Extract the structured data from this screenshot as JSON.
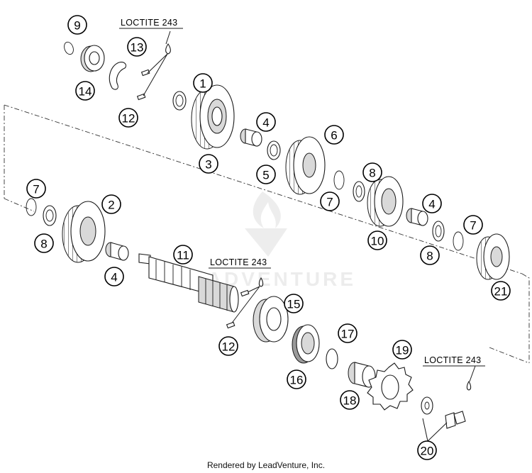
{
  "callouts": [
    "9",
    "13",
    "14",
    "12",
    "1",
    "3",
    "4",
    "5",
    "6",
    "8",
    "7",
    "2",
    "8",
    "4",
    "11",
    "10",
    "4",
    "7",
    "8",
    "21",
    "15",
    "12",
    "17",
    "16",
    "19",
    "18",
    "20",
    "7"
  ],
  "labels": {
    "loctite_top": "LOCTITE 243",
    "loctite_mid": "LOCTITE 243",
    "loctite_right": "LOCTITE 243"
  },
  "watermark": "LEADVENTURE",
  "footer": "Rendered by LeadVenture, Inc."
}
